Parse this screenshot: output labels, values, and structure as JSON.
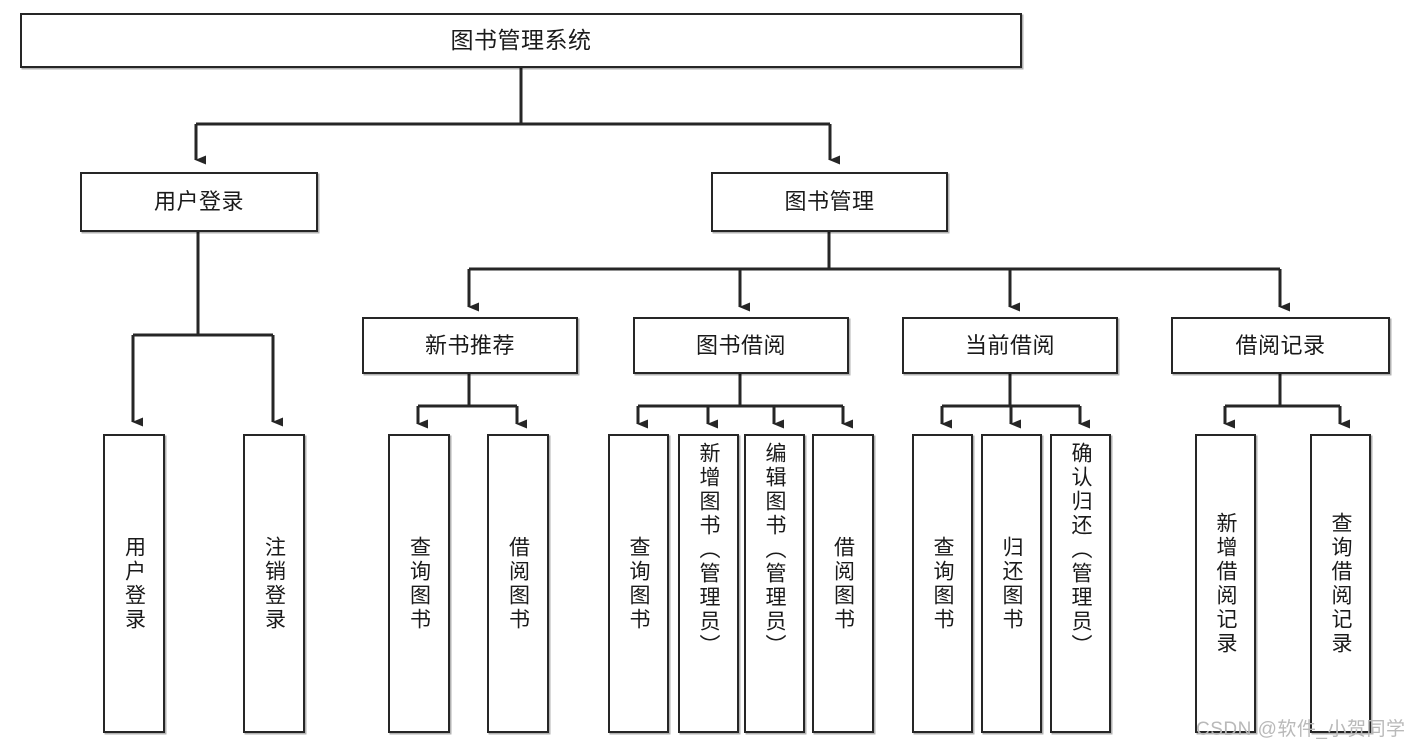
{
  "diagram": {
    "title": "图书管理系统",
    "type": "tree",
    "theme": {
      "background": "#ffffff",
      "box_border": "#262626",
      "box_fill": "#ffffff",
      "text": "#1a1a1a",
      "connector": "#262626",
      "watermark": "#b9b9b9"
    },
    "nodes": {
      "root": {
        "label": "图书管理系统"
      },
      "level2": [
        {
          "id": "user-login",
          "label": "用户登录"
        },
        {
          "id": "book-manage",
          "label": "图书管理"
        }
      ],
      "level3": [
        {
          "id": "new-book-recommend",
          "label": "新书推荐"
        },
        {
          "id": "book-borrow",
          "label": "图书借阅"
        },
        {
          "id": "current-borrow",
          "label": "当前借阅"
        },
        {
          "id": "borrow-record",
          "label": "借阅记录"
        }
      ],
      "leaves": [
        {
          "id": "leaf-user-login",
          "label": "用户登录",
          "parent": "user-login"
        },
        {
          "id": "leaf-logout-login",
          "label": "注销登录",
          "parent": "user-login"
        },
        {
          "id": "leaf-query-book-1",
          "label": "查询图书",
          "parent": "new-book-recommend"
        },
        {
          "id": "leaf-borrow-book-1",
          "label": "借阅图书",
          "parent": "new-book-recommend"
        },
        {
          "id": "leaf-query-book-2",
          "label": "查询图书",
          "parent": "book-borrow"
        },
        {
          "id": "leaf-add-book-admin",
          "label": "新增图书（管理员）",
          "parent": "book-borrow"
        },
        {
          "id": "leaf-edit-book-admin",
          "label": "编辑图书（管理员）",
          "parent": "book-borrow"
        },
        {
          "id": "leaf-borrow-book-2",
          "label": "借阅图书",
          "parent": "book-borrow"
        },
        {
          "id": "leaf-query-book-3",
          "label": "查询图书",
          "parent": "current-borrow"
        },
        {
          "id": "leaf-return-book",
          "label": "归还图书",
          "parent": "current-borrow"
        },
        {
          "id": "leaf-confirm-return-admin",
          "label": "确认归还（管理员）",
          "parent": "current-borrow"
        },
        {
          "id": "leaf-add-borrow-record",
          "label": "新增借阅记录",
          "parent": "borrow-record"
        },
        {
          "id": "leaf-query-borrow-record",
          "label": "查询借阅记录",
          "parent": "borrow-record"
        }
      ]
    },
    "watermark": "CSDN @软件_小贺同学"
  }
}
